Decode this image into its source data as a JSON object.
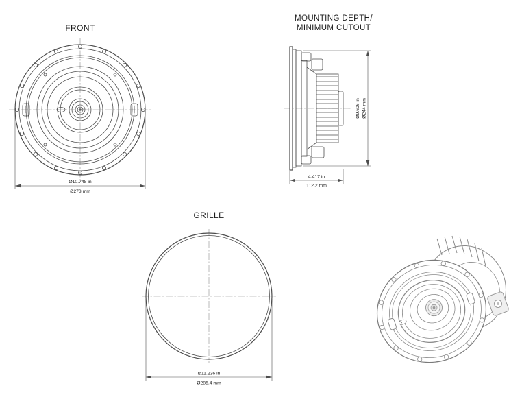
{
  "views": {
    "front": {
      "title": "FRONT",
      "dim_in": "Ø10.748 in",
      "dim_mm": "Ø273 mm"
    },
    "mounting": {
      "title_line1": "MOUNTING DEPTH/",
      "title_line2": "MINIMUM CUTOUT",
      "depth_in": "4.417 in",
      "depth_mm": "112.2 mm",
      "cutout_in": "Ø9.606 in",
      "cutout_mm": "Ø244 mm"
    },
    "grille": {
      "title": "GRILLE",
      "dim_in": "Ø11.236 in",
      "dim_mm": "Ø285.4 mm"
    }
  },
  "colors": {
    "line": "#4d4d4d",
    "background": "#ffffff"
  }
}
